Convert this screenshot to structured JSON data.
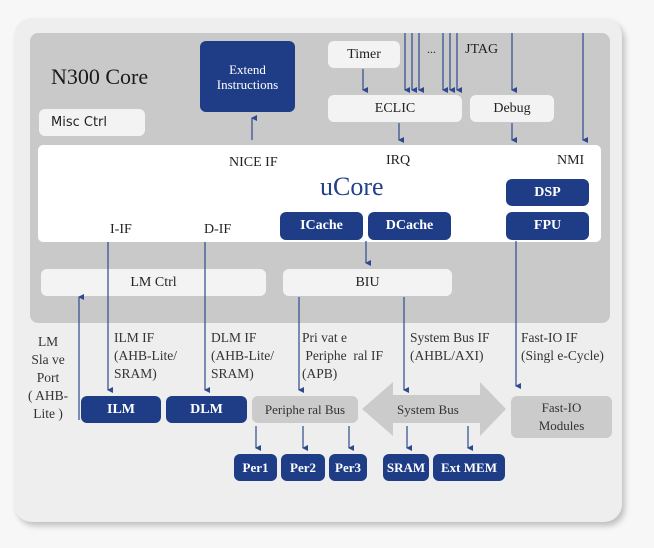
{
  "title": "N300 Core",
  "ucore_label": "uCore",
  "top": {
    "extend_instructions": "Extend\nInstructions",
    "timer": "Timer",
    "ellipsis": "...",
    "jtag": "JTAG",
    "eclic": "ECLIC",
    "debug": "Debug",
    "misc_ctrl": "Misc Ctrl"
  },
  "ucore": {
    "nice_if": "NICE IF",
    "irq": "IRQ",
    "nmi": "NMI",
    "i_if": "I-IF",
    "d_if": "D-IF",
    "icache": "ICache",
    "dcache": "DCache",
    "dsp": "DSP",
    "fpu": "FPU"
  },
  "core_bottom": {
    "lm_ctrl": "LM Ctrl",
    "biu": "BIU"
  },
  "interfaces": {
    "lm_slave_port": "LM\nSla ve\nPort\n( AHB-\nLite )",
    "ilm_if": "ILM IF\n(AHB-Lite/\nSRAM)",
    "dlm_if": "DLM IF\n(AHB-Lite/\nSRAM)",
    "private_periph_if": "Pri vat e\n Periphe  ral IF\n(APB)",
    "system_bus_if": "System Bus IF\n(AHBL/AXI)",
    "fast_io_if": "Fast-IO IF\n(Singl e-Cycle)"
  },
  "outside": {
    "ilm": "ILM",
    "dlm": "DLM",
    "peripheral_bus": "Periphe  ral Bus",
    "system_bus": "System Bus",
    "fast_io_modules": "Fast-IO\nModules",
    "per1": "Per1",
    "per2": "Per2",
    "per3": "Per3",
    "sram": "SRAM",
    "ext_mem": "Ext MEM"
  },
  "colors": {
    "accent_blue": "#1f3d87",
    "wire": "#2d4a8e",
    "core_gray": "#c9c9ca",
    "light_box": "#f3f3f4"
  }
}
